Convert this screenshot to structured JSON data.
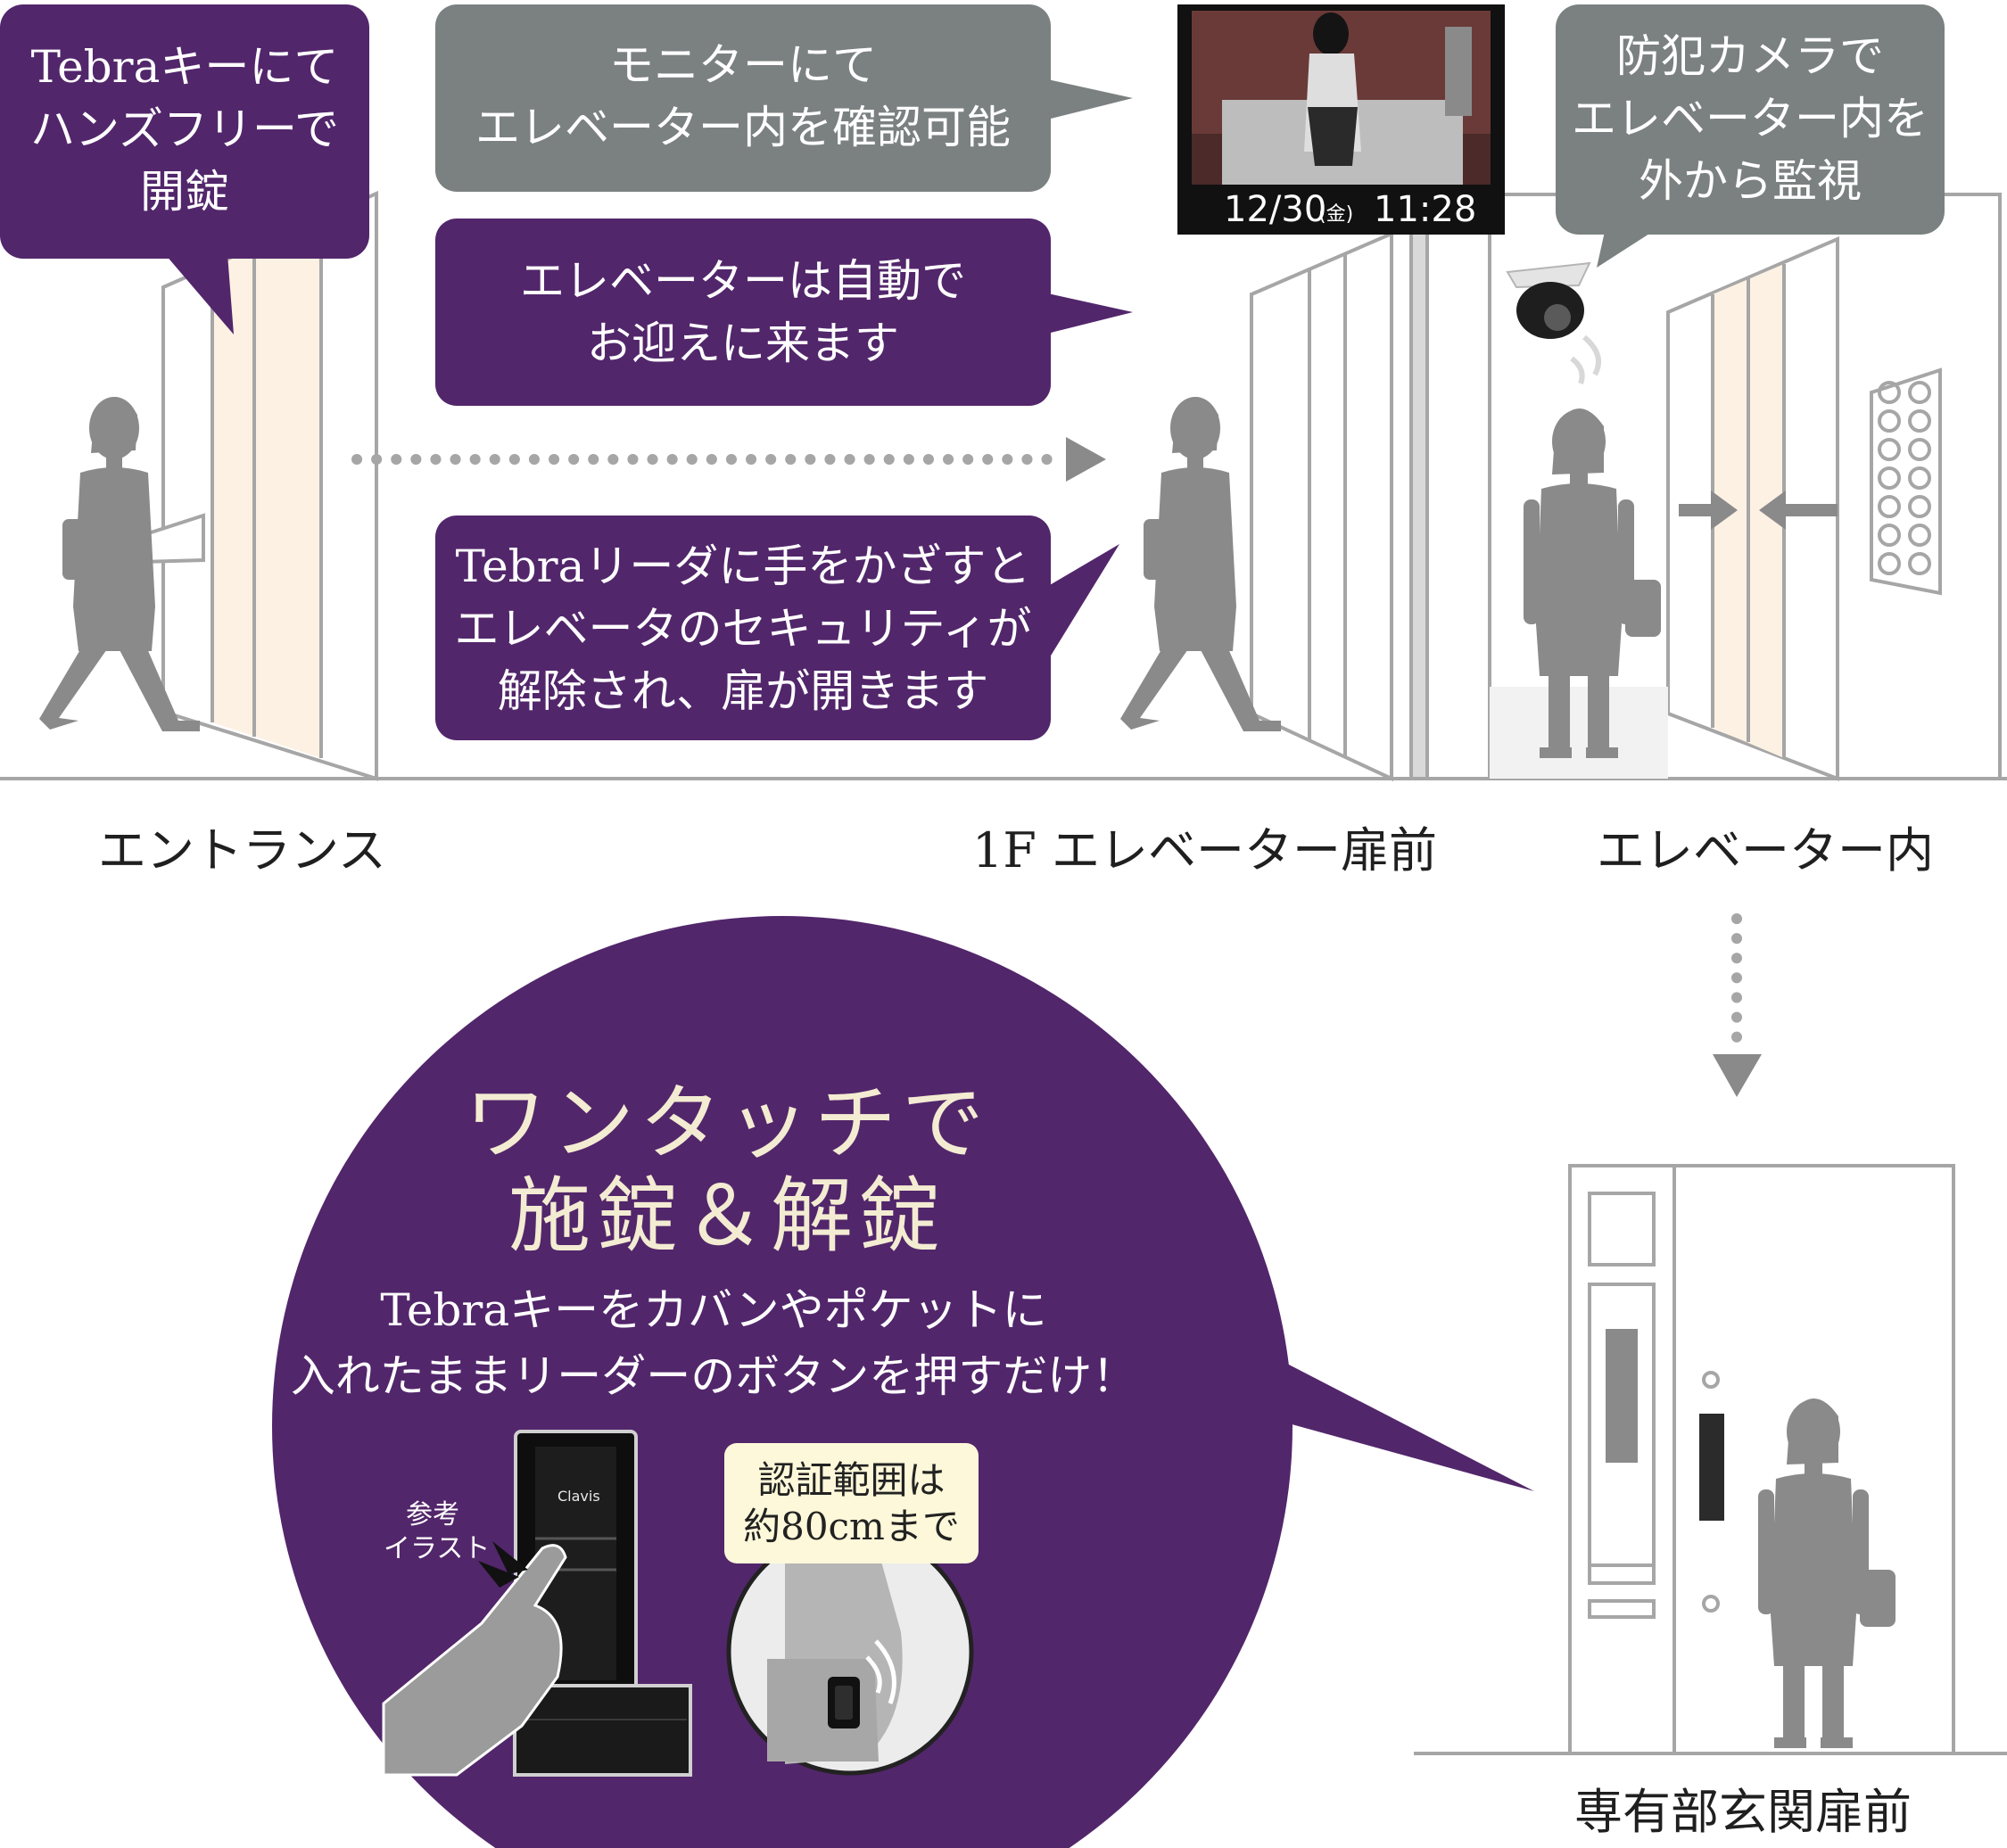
{
  "bubbles": {
    "handsfree": [
      "Tebraキーにて",
      "ハンズフリーで",
      "開錠"
    ],
    "monitor": [
      "モニターにて",
      "エレベーター内を確認可能"
    ],
    "auto_call": [
      "エレベーターは自動で",
      "お迎えに来ます"
    ],
    "reader": [
      "Tebraリーダに手をかざすと",
      "エレベータのセキュリティが",
      "解除され、扉が開きます"
    ],
    "camera": [
      "防犯カメラで",
      "エレベーター内を",
      "外から監視"
    ]
  },
  "monitor_screen": {
    "date": "12/30",
    "weekday": "(金)",
    "time": "11:28"
  },
  "locations": {
    "entrance": "エントランス",
    "elevator_hall": "1F エレベーター扉前",
    "elevator_inside": "エレベーター内",
    "unit_door": "専有部玄関扉前"
  },
  "feature": {
    "headline": [
      "ワンタッチで",
      "施錠＆解錠"
    ],
    "description": [
      "Tebraキーをカバンやポケットに",
      "入れたままリーダーのボタンを押すだけ！"
    ],
    "reader_brand": "Clavis",
    "illustration_note": [
      "参考",
      "イラスト"
    ],
    "range_badge": [
      "認証範囲は",
      "約80cmまで"
    ]
  },
  "colors": {
    "purple": "#52266b",
    "gray_bubble": "#7b8180",
    "silhouette": "#8a8a8a",
    "line": "#a6a6a6",
    "door_fill": "#fdf1e3",
    "badge_fill": "#fdf8d9",
    "headline_text": "#f3ecd2"
  }
}
